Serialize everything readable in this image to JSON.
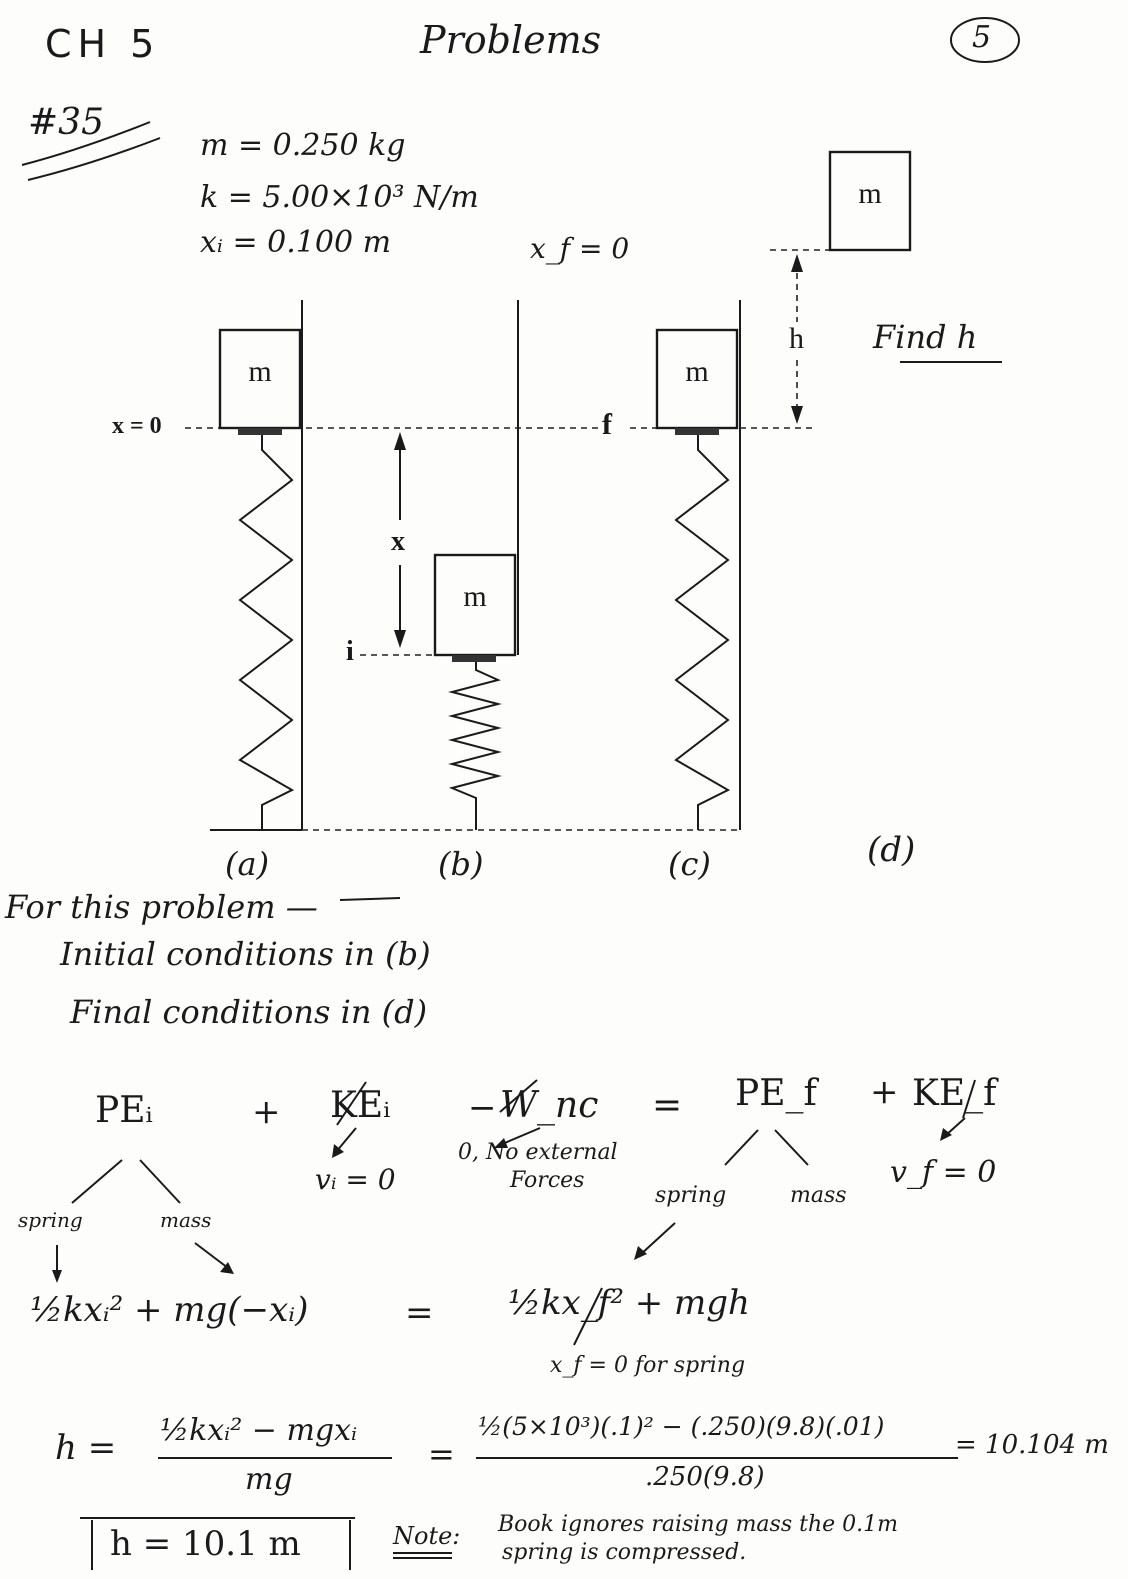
{
  "header": {
    "chapter": "CH 5",
    "title": "Problems",
    "page_number": "5",
    "problem_number": "#35"
  },
  "givens": {
    "mass": "m = 0.250 kg",
    "spring_constant": "k = 5.00×10³ N/m",
    "xi": "xᵢ = 0.100 m",
    "xf": "x_f = 0"
  },
  "figure": {
    "mass_label": "m",
    "x0_label": "x = 0",
    "f_label": "f",
    "i_label": "i",
    "x_label": "x",
    "h_label": "h",
    "find": "Find h",
    "panel_a": "(a)",
    "panel_b": "(b)",
    "panel_c": "(c)",
    "panel_d": "(d)"
  },
  "notes": {
    "line1": "For this problem —",
    "line2": "Initial conditions in (b)",
    "line3": "Final conditions in (d)"
  },
  "energy": {
    "pe_i": "PEᵢ",
    "plus1": "+",
    "ke_i": "KEᵢ",
    "minus": "−",
    "w_nc": "W_nc",
    "equals": "=",
    "pe_f": "PE_f",
    "plus2": "+",
    "ke_f": "KE_f",
    "v_i": "vᵢ = 0",
    "nc_note1": "0, No external",
    "nc_note2": "Forces",
    "v_f": "v_f = 0",
    "spring1": "spring",
    "mass1": "mass",
    "spring2": "spring",
    "mass2": "mass"
  },
  "equations": {
    "lhs": "½kxᵢ² + mg(−xᵢ)",
    "eq": "=",
    "rhs": "½kx_f² + mgh",
    "xf_note": "x_f = 0 for spring",
    "h_lhs": "h =",
    "h_num": "½kxᵢ² − mgxᵢ",
    "h_den": "mg",
    "h_eq": "=",
    "sub_num": "½(5×10³)(.1)² − (.250)(9.8)(.01)",
    "sub_den": ".250(9.8)",
    "result": "= 10.104 m",
    "final": "h = 10.1 m",
    "note_label": "Note:",
    "note_line1": "Book ignores raising mass the 0.1m",
    "note_line2": "spring is compressed."
  }
}
